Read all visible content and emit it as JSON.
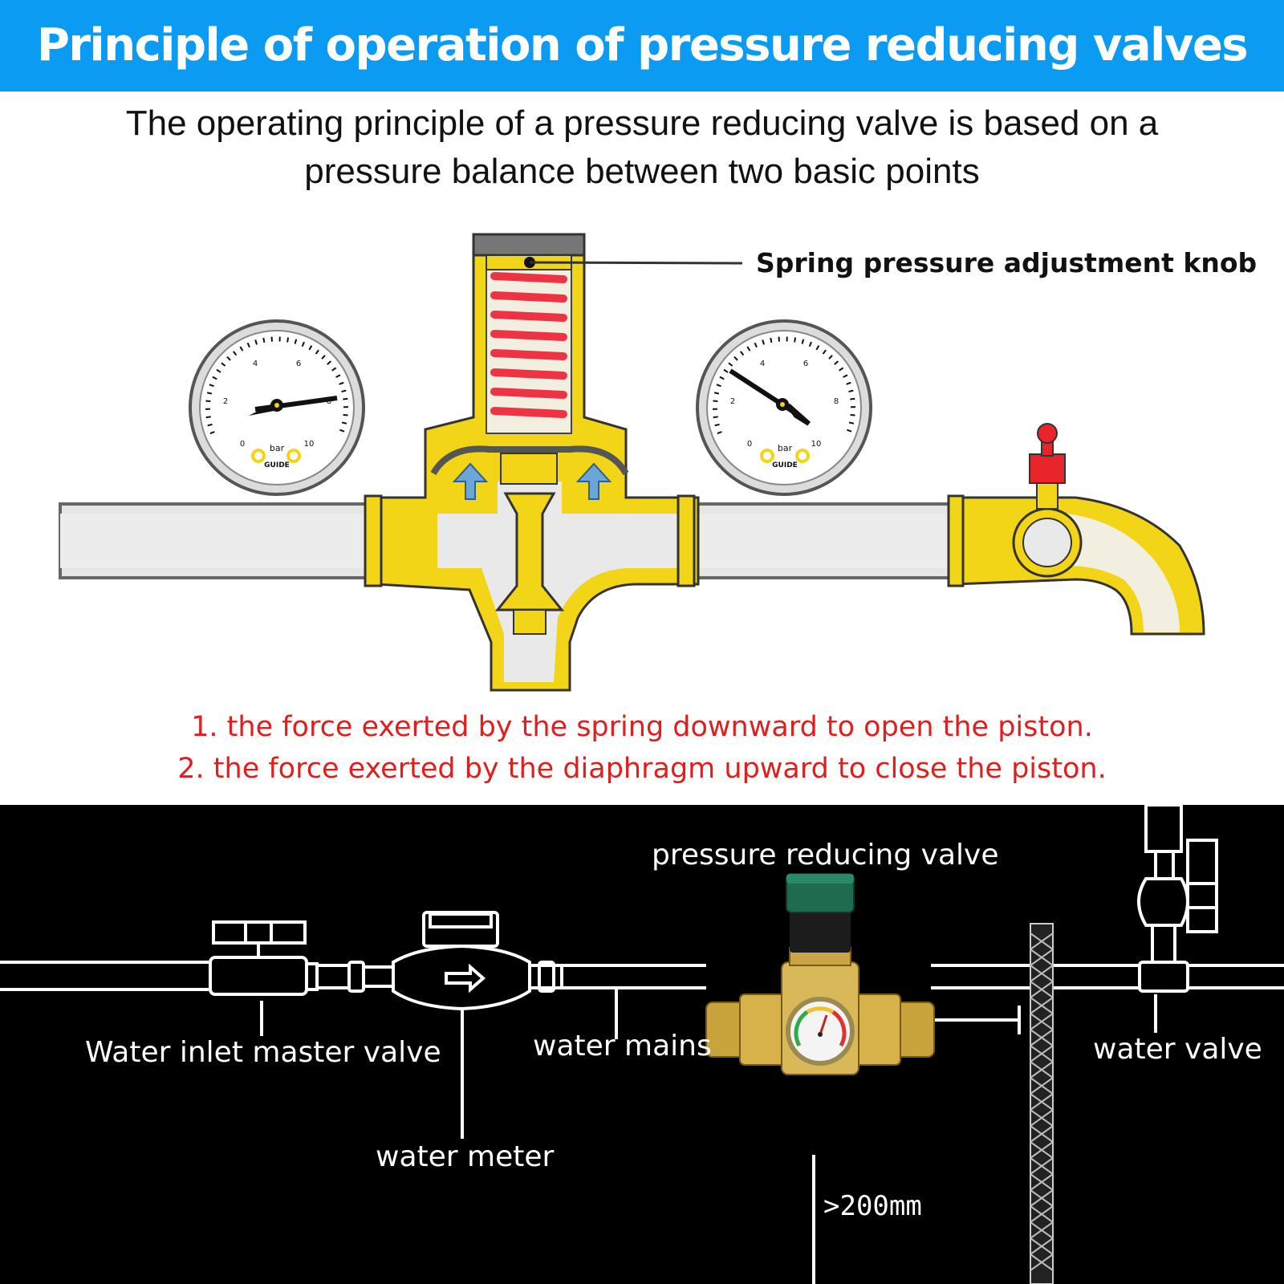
{
  "header": {
    "title": "Principle of operation of pressure reducing valves"
  },
  "intro": {
    "line1": "The operating principle of a pressure reducing valve is based on a",
    "line2": "pressure balance between two basic points"
  },
  "diagram": {
    "knob_label": "Spring pressure adjustment knob",
    "gauge_unit": "bar",
    "gauge_brand": "GUIDE",
    "gauge_ticks": [
      "0",
      "2",
      "4",
      "6",
      "8",
      "10"
    ],
    "colors": {
      "brass": "#f2d516",
      "spring": "#ee3344",
      "pipe": "#e6e6e6",
      "arrow": "#6aa6d8",
      "cap": "#e8252a"
    }
  },
  "forces": {
    "line1": "1. the force exerted by the spring downward to open the piston.",
    "line2": "2. the force exerted by the diaphragm upward to close the piston."
  },
  "installation": {
    "pressure_reducing_valve": "pressure reducing valve",
    "water_inlet_master_valve": "Water inlet master valve",
    "water_meter": "water meter",
    "water_mains": "water mains",
    "water_valve": "water valve",
    "distance": ">200mm"
  }
}
